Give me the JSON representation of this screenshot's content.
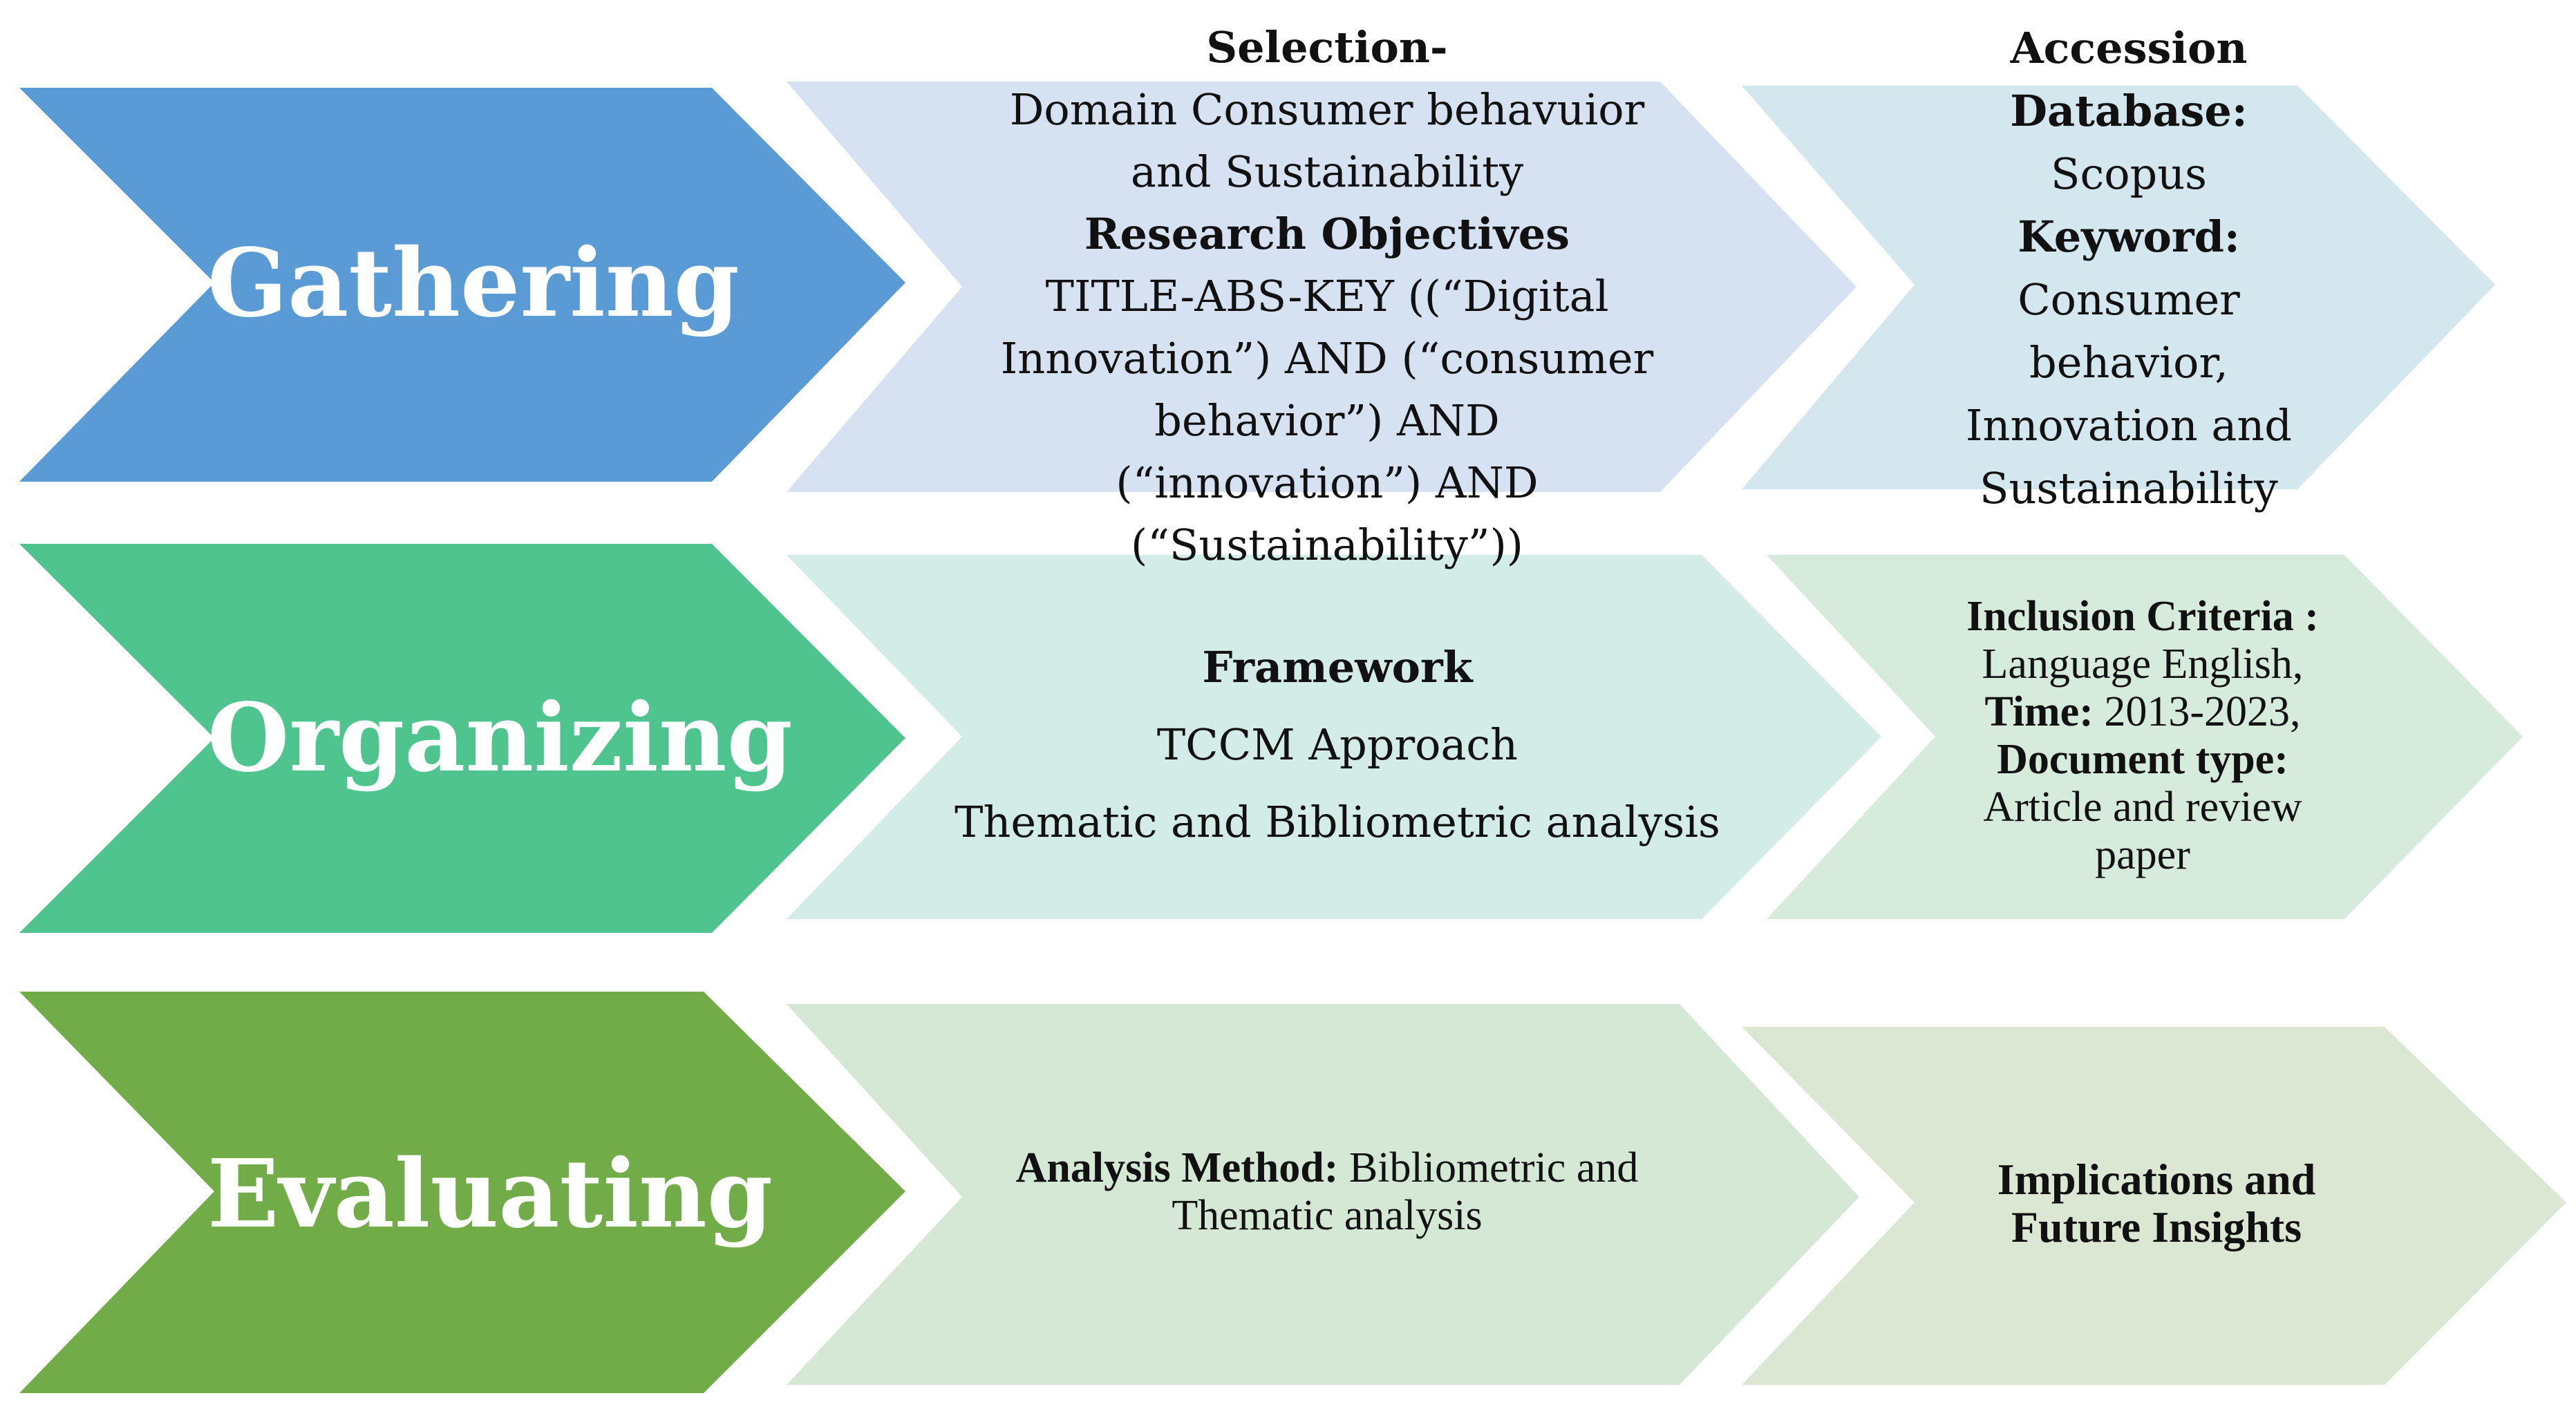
{
  "colors": {
    "gathering": "#5b9bd5",
    "organizing": "#4fc48f",
    "evaluating": "#72ac49",
    "row1_mid": "#d6e1f1",
    "row1_right": "#d4e6ee",
    "row2_mid": "#d4ece7",
    "row2_right": "#d6ebdc",
    "row3_mid": "#d5e8d6",
    "row3_right": "#dbe6d3"
  },
  "stages": {
    "gathering": "Gathering",
    "organizing": "Organizing",
    "evaluating": "Evaluating"
  },
  "selection": {
    "heading": "Selection-",
    "domain_lines": [
      "Domain Consumer behavuior",
      "and Sustainability"
    ],
    "objectives_heading": "Research Objectives",
    "query_lines": [
      "TITLE-ABS-KEY ((“Digital",
      "Innovation”) AND (“consumer",
      "behavior”) AND",
      "(“innovation”) AND",
      "(“Sustainability”))"
    ]
  },
  "accession": {
    "heading": "Accession",
    "database_label": "Database:",
    "database_value": "Scopus",
    "keyword_label": "Keyword:",
    "keyword_lines": [
      "Consumer",
      "behavior,",
      "Innovation and",
      "Sustainability"
    ]
  },
  "framework": {
    "heading": "Framework",
    "approach": "TCCM Approach",
    "analysis": "Thematic and Bibliometric analysis"
  },
  "inclusion": {
    "heading": "Inclusion Criteria :",
    "language": "Language English,",
    "time_label": "Time:",
    "time_value": " 2013-2023,",
    "doctype_label": "Document type:",
    "doctype_lines": [
      "Article and review",
      "paper"
    ]
  },
  "analysis_method": {
    "label": "Analysis Method:",
    "value_first": " Bibliometric and",
    "value_second": "Thematic analysis"
  },
  "implications": {
    "lines": [
      "Implications and",
      "Future Insights"
    ]
  }
}
